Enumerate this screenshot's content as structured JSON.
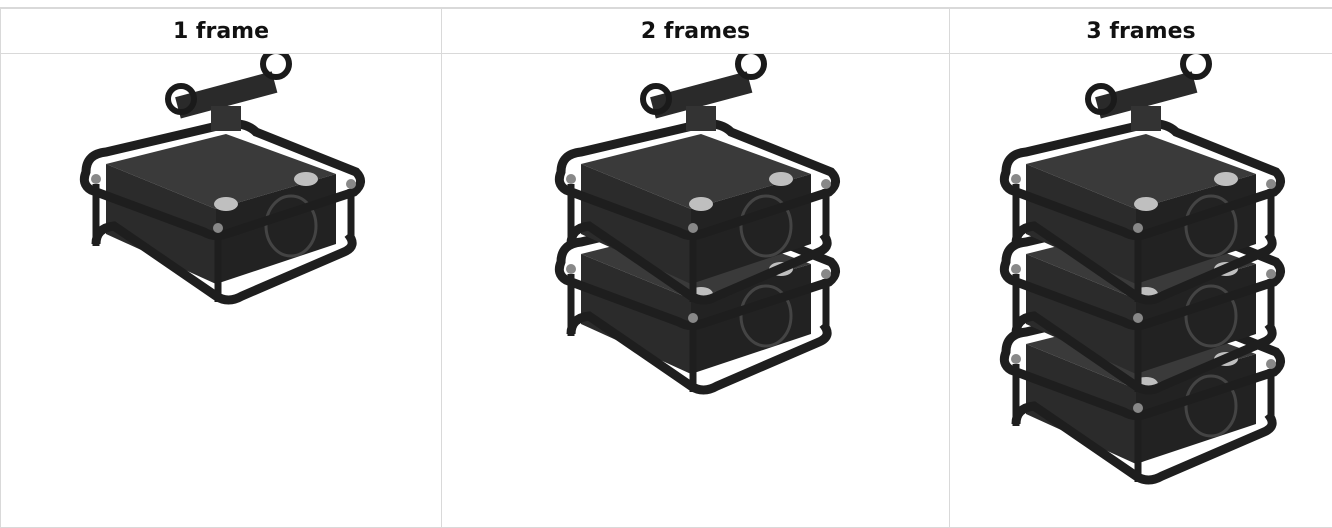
{
  "table": {
    "columns": [
      {
        "label": "1 frame",
        "stack": 1,
        "image": "projector-frame-rig-1"
      },
      {
        "label": "2 frames",
        "stack": 2,
        "image": "projector-frame-rig-2"
      },
      {
        "label": "3 frames",
        "stack": 3,
        "image": "projector-frame-rig-3"
      }
    ]
  },
  "colors": {
    "projector": "#2b2b2b",
    "frame": "#1e1e1e",
    "hardware": "#bfbfbf",
    "border": "#d9d9d9"
  }
}
